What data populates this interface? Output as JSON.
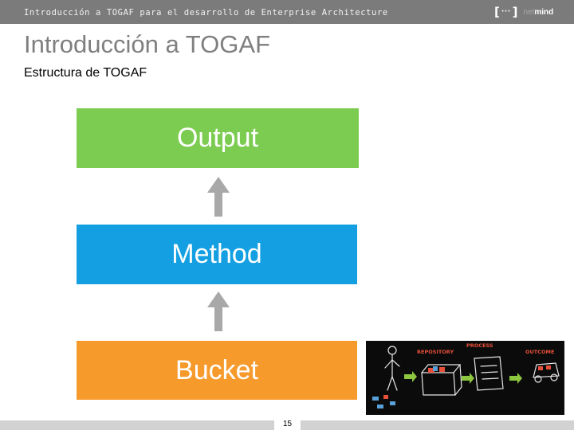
{
  "header": {
    "title": "Introducción a TOGAF para el desarrollo de Enterprise Architecture",
    "logo": {
      "brackets_left": "[",
      "dots": "···",
      "brackets_right": "]",
      "net": "net",
      "mind": "mind"
    }
  },
  "slide": {
    "title": "Introducción a TOGAF",
    "subtitle": "Estructura de TOGAF"
  },
  "diagram": {
    "blocks": [
      {
        "label": "Output",
        "color": "#7ccc52"
      },
      {
        "label": "Method",
        "color": "#139fe1"
      },
      {
        "label": "Bucket",
        "color": "#f69a2c"
      }
    ],
    "arrow_color": "#a8a8a8"
  },
  "photo": {
    "labels": {
      "repository": "REPOSITORY",
      "process": "PROCESS",
      "outcome": "OUTCOME"
    },
    "accent_colors": {
      "red": "#e8503a",
      "green": "#8dc63f",
      "blue": "#5aa0d8"
    }
  },
  "footer": {
    "page_number": "15"
  }
}
